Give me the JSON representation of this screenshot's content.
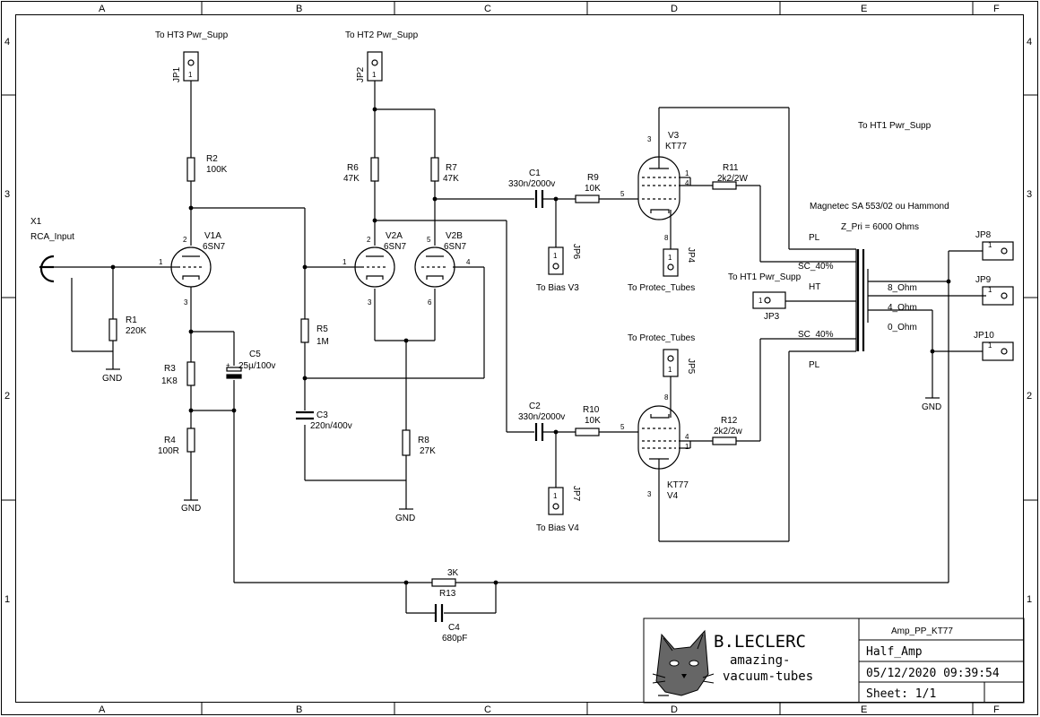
{
  "frame": {
    "columns": [
      "A",
      "B",
      "C",
      "D",
      "E",
      "F"
    ],
    "rows": [
      "4",
      "3",
      "2",
      "1"
    ]
  },
  "title_block": {
    "author": "B.LECLERC",
    "site_line1": "amazing-",
    "site_line2": "vacuum-tubes",
    "project": "Amp_PP_KT77",
    "sheet_title": "Half_Amp",
    "datetime": "05/12/2020 09:39:54",
    "sheet": "Sheet: 1/1"
  },
  "labels": {
    "ht3": "To HT3 Pwr_Supp",
    "ht2": "To HT2 Pwr_Supp",
    "ht1_top": "To HT1 Pwr_Supp",
    "ht1_mid": "To HT1 Pwr_Supp",
    "transformer": "Magnetec SA 553/02 ou Hammond",
    "zpri": "Z_Pri = 6000 Ohms",
    "bias_v3": "To Bias V3",
    "bias_v4": "To Bias V4",
    "protec1": "To Protec_Tubes",
    "protec2": "To Protec_Tubes",
    "pl_top": "PL",
    "pl_bot": "PL",
    "sc_top": "SC_40%",
    "sc_bot": "SC_40%",
    "ht": "HT",
    "ohm8": "8_Ohm",
    "ohm4": "4_Ohm",
    "ohm0": "0_Ohm",
    "gnd": "GND"
  },
  "components": {
    "x1_ref": "X1",
    "x1_val": "RCA_Input",
    "r1_ref": "R1",
    "r1_val": "220K",
    "r2_ref": "R2",
    "r2_val": "100K",
    "r3_ref": "R3",
    "r3_val": "1K8",
    "r4_ref": "R4",
    "r4_val": "100R",
    "r5_ref": "R5",
    "r5_val": "1M",
    "r6_ref": "R6",
    "r6_val": "47K",
    "r7_ref": "R7",
    "r7_val": "47K",
    "r8_ref": "R8",
    "r8_val": "27K",
    "r9_ref": "R9",
    "r9_val": "10K",
    "r10_ref": "R10",
    "r10_val": "10K",
    "r11_ref": "R11",
    "r11_val": "2k2/2W",
    "r12_ref": "R12",
    "r12_val": "2k2/2w",
    "r13_ref": "R13",
    "r13_val": "3K",
    "c1_ref": "C1",
    "c1_val": "330n/2000v",
    "c2_ref": "C2",
    "c2_val": "330n/2000v",
    "c3_ref": "C3",
    "c3_val": "220n/400v",
    "c4_ref": "C4",
    "c4_val": "680pF",
    "c5_ref": "C5",
    "c5_val": "25µ/100v",
    "v1a_ref": "V1A",
    "v1a_val": "6SN7",
    "v2a_ref": "V2A",
    "v2a_val": "6SN7",
    "v2b_ref": "V2B",
    "v2b_val": "6SN7",
    "v3_ref": "V3",
    "v3_val": "KT77",
    "v4_ref": "V4",
    "v4_val": "KT77",
    "jp1": "JP1",
    "jp2": "JP2",
    "jp3": "JP3",
    "jp4": "JP4",
    "jp5": "JP5",
    "jp6": "JP6",
    "jp7": "JP7",
    "jp8": "JP8",
    "jp9": "JP9",
    "jp10": "JP10"
  }
}
